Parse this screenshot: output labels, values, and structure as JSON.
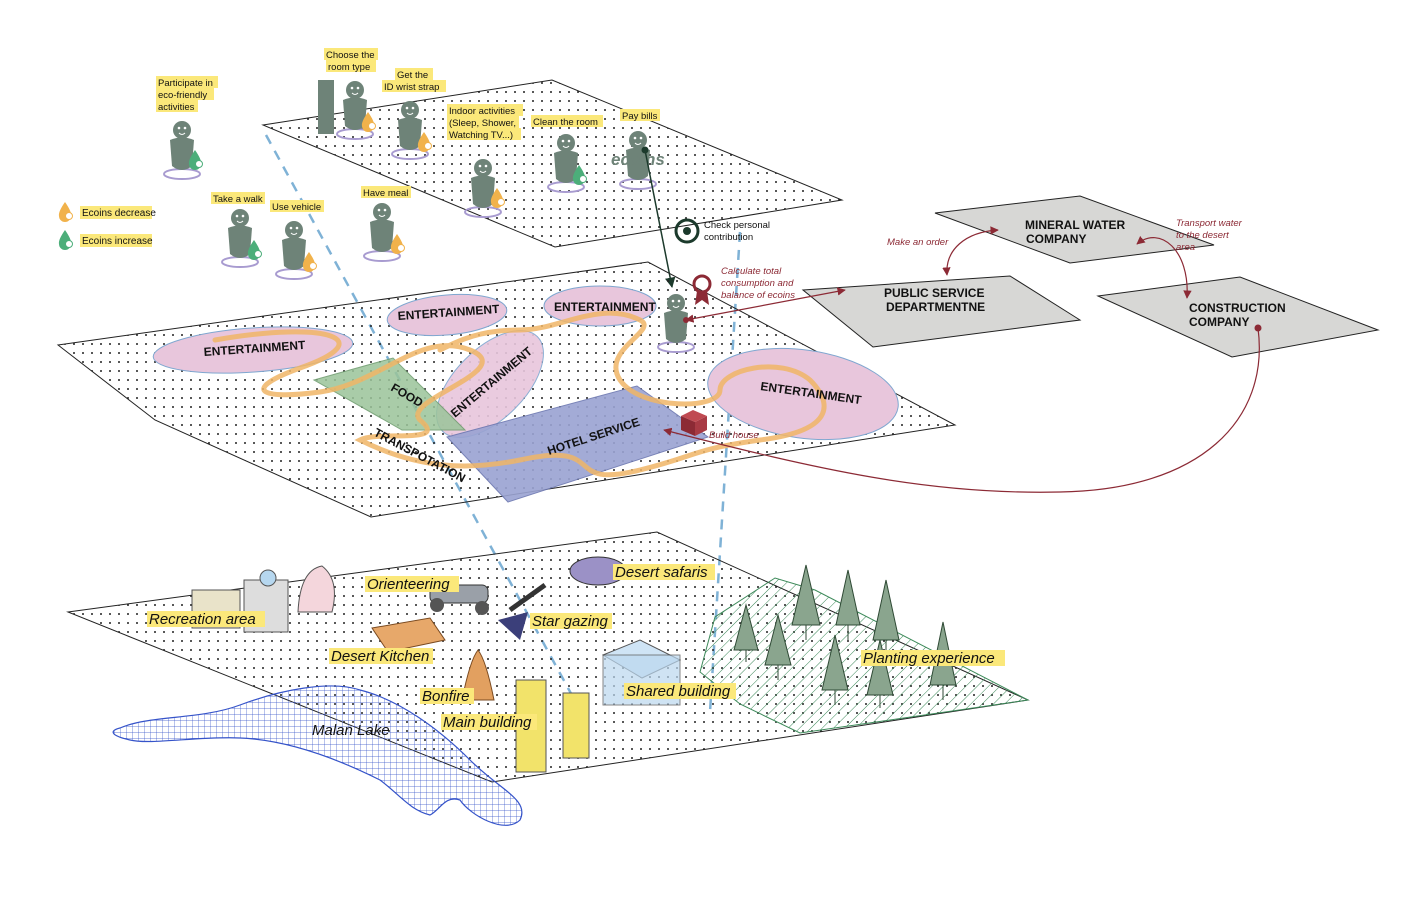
{
  "colors": {
    "person": "#6e8378",
    "entertainment": "#e8c6dc",
    "food": "#9bc49a",
    "hotel": "#9aa3d2",
    "path": "#f0b566",
    "dashed": "#7fb2d6",
    "highlight": "#fbe87a",
    "arrow": "#8c2a35",
    "org_panel": "#d7d7d5",
    "lake": "#3553c9",
    "forest": "#3d8a5a",
    "ecoin_decrease": "#f1b24b",
    "ecoin_increase": "#4cae7a"
  },
  "legend": {
    "decrease": "Ecoins decrease",
    "increase": "Ecoins increase"
  },
  "activities": {
    "participate": [
      "Participate in",
      "eco-friendly",
      "activities"
    ],
    "room_type": [
      "Choose the",
      "room type"
    ],
    "wrist_strap": [
      "Get the",
      "ID wrist strap"
    ],
    "indoor": [
      "Indoor activities",
      "(Sleep, Shower,",
      "Watching TV...)"
    ],
    "clean": "Clean the room",
    "pay": "Pay bills",
    "ecoins_mark": "ecoins",
    "walk": "Take a walk",
    "vehicle": "Use vehicle",
    "meal": "Have meal",
    "check": [
      "Check personal",
      "contribution"
    ]
  },
  "zones": {
    "ent1": "ENTERTAINMENT",
    "ent2": "ENTERTAINMENT",
    "ent3": "ENTERTAINMENT",
    "ent4": "ENTERTAINMENT",
    "ent5": "ENTERTAINMENT",
    "food": "FOOD",
    "hotel": "HOTEL SERVICE",
    "transport": "TRANSPOTATION"
  },
  "organizations": {
    "public": [
      "PUBLIC SERVICE",
      "DEPARTMENTNE"
    ],
    "water": [
      "MINERAL WATER",
      "COMPANY"
    ],
    "construction": [
      "CONSTRUCTION",
      "COMPANY"
    ]
  },
  "flows": {
    "calculate": [
      "Calculate total",
      "consumption and",
      "balance of ecoins"
    ],
    "order": "Make an order",
    "transport_water": [
      "Transport water",
      "to the desert",
      "area"
    ],
    "build": "Build house"
  },
  "site": {
    "recreation": "Recreation area",
    "orienteering": "Orienteering",
    "safaris": "Desert safaris",
    "stargazing": "Star gazing",
    "kitchen": "Desert Kitchen",
    "bonfire": "Bonfire",
    "shared": "Shared building",
    "main": "Main building",
    "lake": "Malan Lake",
    "planting": "Planting experience"
  }
}
